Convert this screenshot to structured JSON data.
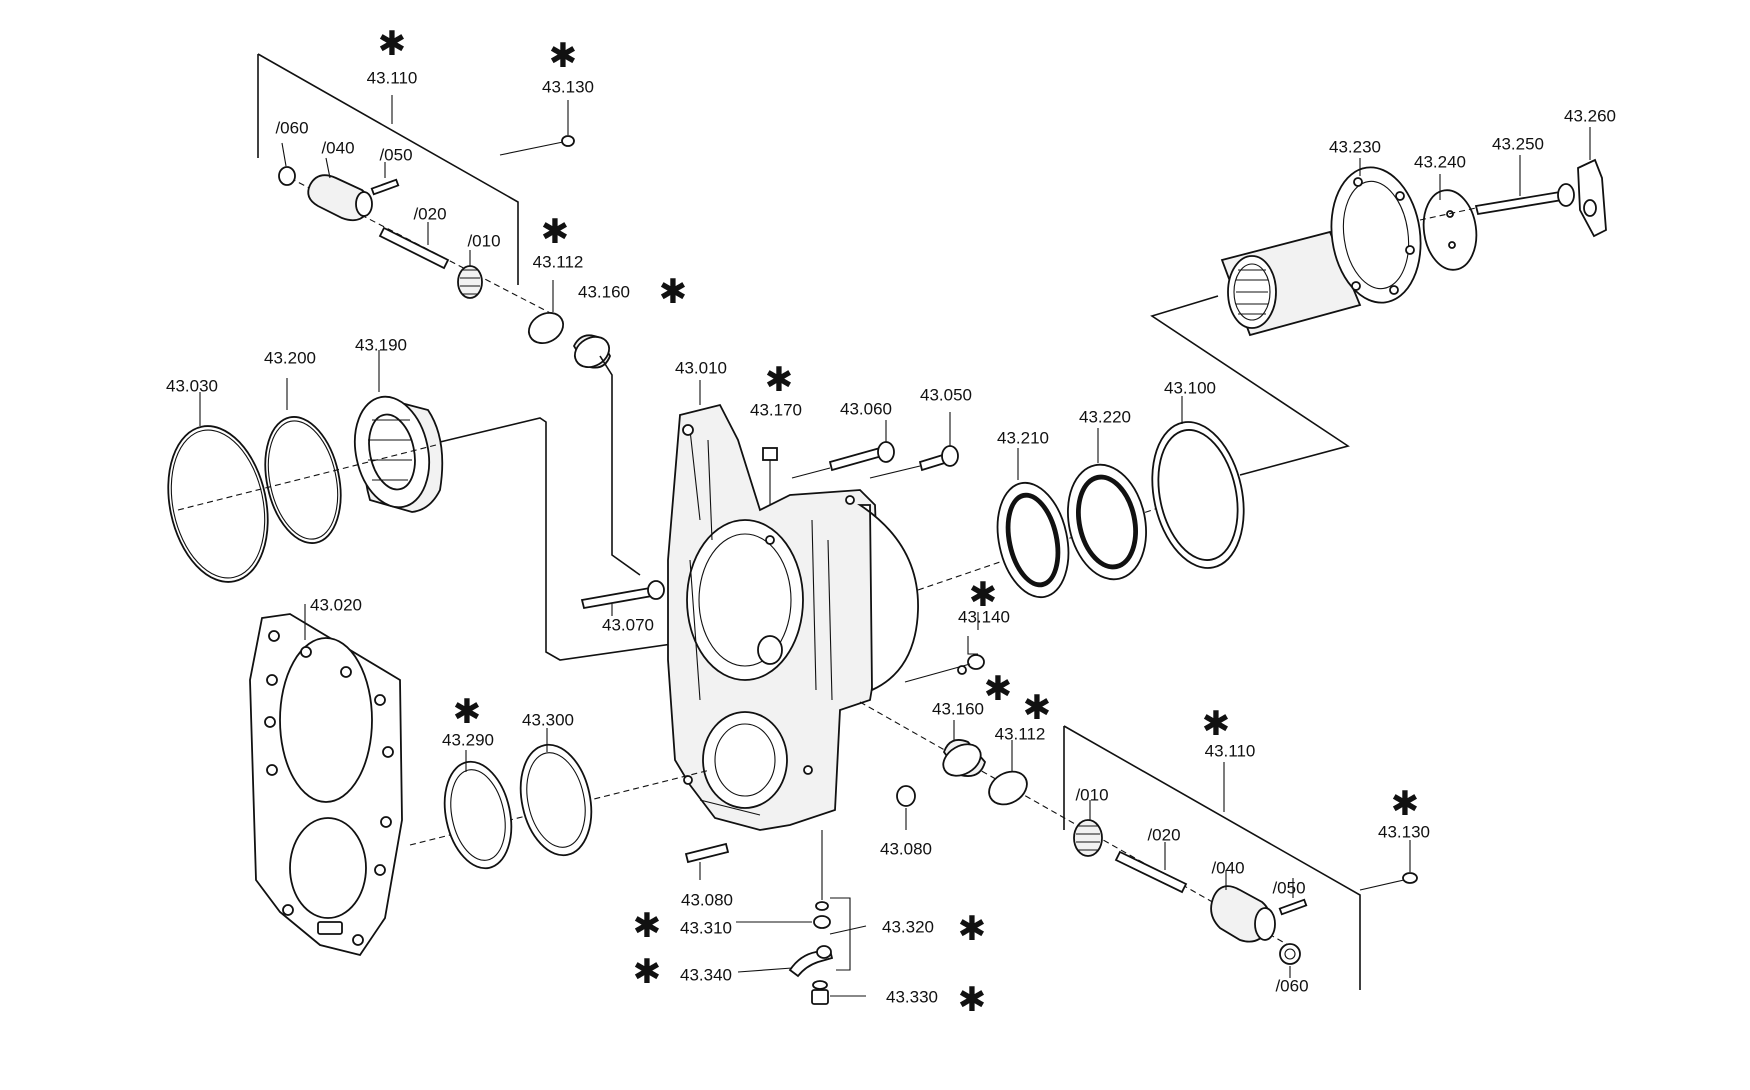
{
  "diagram": {
    "labels": {
      "l_43110_top": "43.110",
      "l_43130_top": "43.130",
      "l_060_top": "/060",
      "l_040_top": "/040",
      "l_050_top": "/050",
      "l_020_top": "/020",
      "l_010_top": "/010",
      "l_43112_top": "43.112",
      "l_43160_top": "43.160",
      "l_43030": "43.030",
      "l_43200": "43.200",
      "l_43190": "43.190",
      "l_43010": "43.010",
      "l_43170": "43.170",
      "l_43060": "43.060",
      "l_43050": "43.050",
      "l_43210": "43.210",
      "l_43220": "43.220",
      "l_43100": "43.100",
      "l_43230": "43.230",
      "l_43240": "43.240",
      "l_43250": "43.250",
      "l_43260": "43.260",
      "l_43070": "43.070",
      "l_43020": "43.020",
      "l_43140": "43.140",
      "l_43290": "43.290",
      "l_43300": "43.300",
      "l_43160_bot": "43.160",
      "l_43112_bot": "43.112",
      "l_43110_bot": "43.110",
      "l_43080_a": "43.080",
      "l_43080_b": "43.080",
      "l_43310": "43.310",
      "l_43320": "43.320",
      "l_43340": "43.340",
      "l_43330": "43.330",
      "l_010_bot": "/010",
      "l_020_bot": "/020",
      "l_040_bot": "/040",
      "l_050_bot": "/050",
      "l_060_bot": "/060",
      "l_43130_bot": "43.130"
    },
    "star_glyph": "✱",
    "colors": {
      "line": "#111111",
      "background": "#ffffff"
    }
  }
}
